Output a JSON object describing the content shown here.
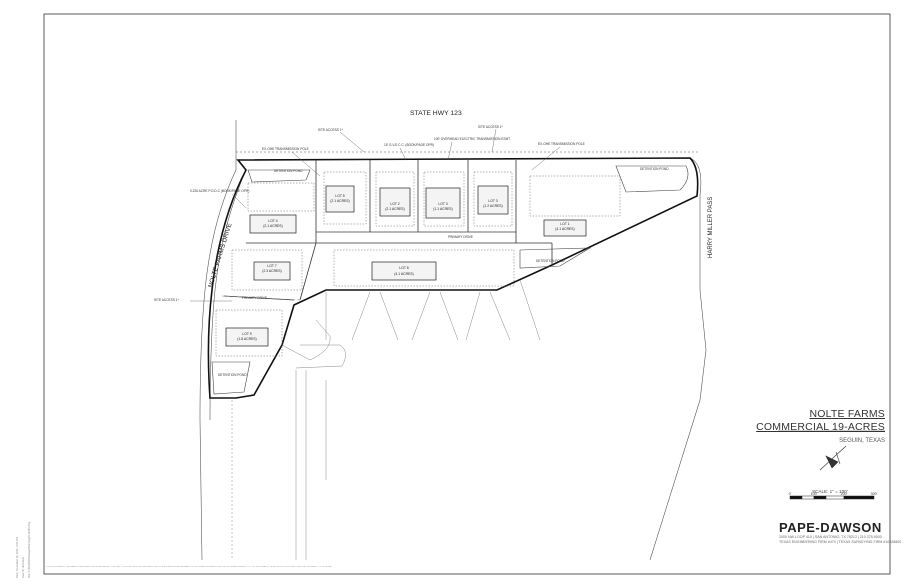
{
  "road_labels": {
    "north": "STATE HWY 123",
    "west": "NOLTE FARMS DRIVE",
    "east": "HARRY MILLER PASS"
  },
  "annotations": {
    "site_access_west": "SITE ACCESS 1*",
    "site_access_north_1": "SITE ACCESS 1*",
    "site_access_north_2": "SITE ACCESS 1*",
    "transmission_pole_1": "EX-OHE TRANSMISSION POLE",
    "transmission_pole_2": "EX-OHE TRANSMISSION POLE",
    "electric_esmt": "100' OVERHEAD ELECTRIC TRANSMISSION ESMT",
    "gvec": "15' G.V.E.C.C. (BOOK/PAGE OPR)",
    "esmt_left": "0.226 ACRE P.O.D.C (BOOK/PAGE OPR)",
    "detention_nw": "DETENTION POND",
    "detention_ne": "DETENTION POND",
    "detention_e": "DETENTION POND",
    "detention_sw": "DETENTION POND",
    "primary_drive_1": "PRIMARY DRIVE",
    "primary_drive_2": "PRIMARY DRIVE"
  },
  "lots": [
    {
      "name": "LOT 4",
      "acres": "(2.1 ACRES)"
    },
    {
      "name": "LOT 5",
      "acres": "(2.1 ACRES)"
    },
    {
      "name": "LOT 2",
      "acres": "(2.1 ACRES)"
    },
    {
      "name": "LOT 3",
      "acres": "(1.1 ACRES)"
    },
    {
      "name": "LOT 3",
      "acres": "(1.2 ACRES)"
    },
    {
      "name": "LOT 1",
      "acres": "(4.1 ACRES)"
    },
    {
      "name": "LOT 7",
      "acres": "(2.3 ACRES)"
    },
    {
      "name": "LOT 8",
      "acres": "(4.1 ACRES)"
    },
    {
      "name": "LOT 9",
      "acres": "(1.8 ACRES)"
    }
  ],
  "title": {
    "project_line1": "NOLTE FARMS",
    "project_line2": "COMMERCIAL 19-ACRES",
    "city": "SEGUIN, TEXAS"
  },
  "scale": {
    "label": "SCALE: 1\" = 100'",
    "ticks": [
      "0'",
      "100'",
      "200'",
      "300'"
    ]
  },
  "firm": {
    "name": "PAPE-DAWSON",
    "address": "2000 NW LOOP 410 | SAN ANTONIO, TX 78213 | 210.375.9000",
    "registration": "TEXAS ENGINEERING FIRM #470 | TEXAS SURVEYING FIRM #10028800"
  },
  "stamp": {
    "line1": "Date: November 19, 2020, 3:34 PM",
    "line2": "User ID: drichards",
    "line3": "File: P:\\119\\45\\00\\Design\\Planning\\PL11945.dwg"
  },
  "notes": "THIS DOCUMENT HAS BEEN PREPARED FROM MATERIAL THAT MAY CONTAIN DIGITAL INFORMATION. PAPE-DAWSON ENGINEERS IS NOT RESPONSIBLE FOR ANY CHANGES MADE TO THIS DOCUMENT. SITE PLAN IS CONCEPTUAL AND SUBJECT TO CHANGE."
}
